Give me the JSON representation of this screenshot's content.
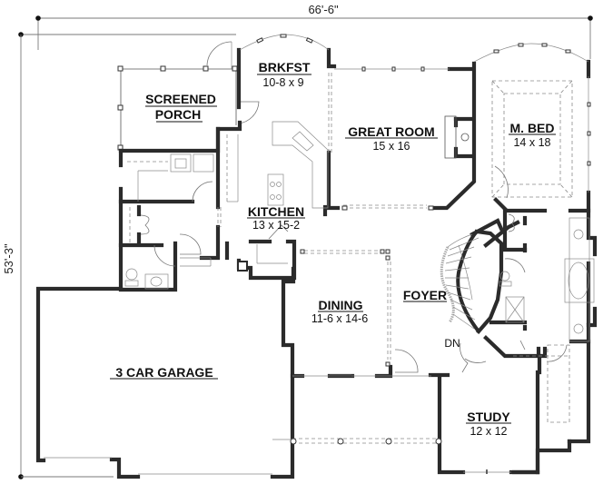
{
  "dimensions": {
    "width": "66'-6\"",
    "depth": "53'-3\""
  },
  "rooms": {
    "screened_porch": {
      "name_line1": "SCREENED",
      "name_line2": "PORCH"
    },
    "breakfast": {
      "name": "BRKFST",
      "size": "10-8 x 9"
    },
    "great_room": {
      "name": "GREAT ROOM",
      "size": "15 x 16"
    },
    "master_bed": {
      "name": "M. BED",
      "size": "14 x 18"
    },
    "kitchen": {
      "name": "KITCHEN",
      "size": "13 x 15-2"
    },
    "dining": {
      "name": "DINING",
      "size": "11-6 x 14-6"
    },
    "foyer": {
      "name": "FOYER"
    },
    "garage": {
      "name": "3 CAR GARAGE"
    },
    "study": {
      "name": "STUDY",
      "size": "12 x 12"
    }
  },
  "annotations": {
    "stairs_down": "DN"
  }
}
